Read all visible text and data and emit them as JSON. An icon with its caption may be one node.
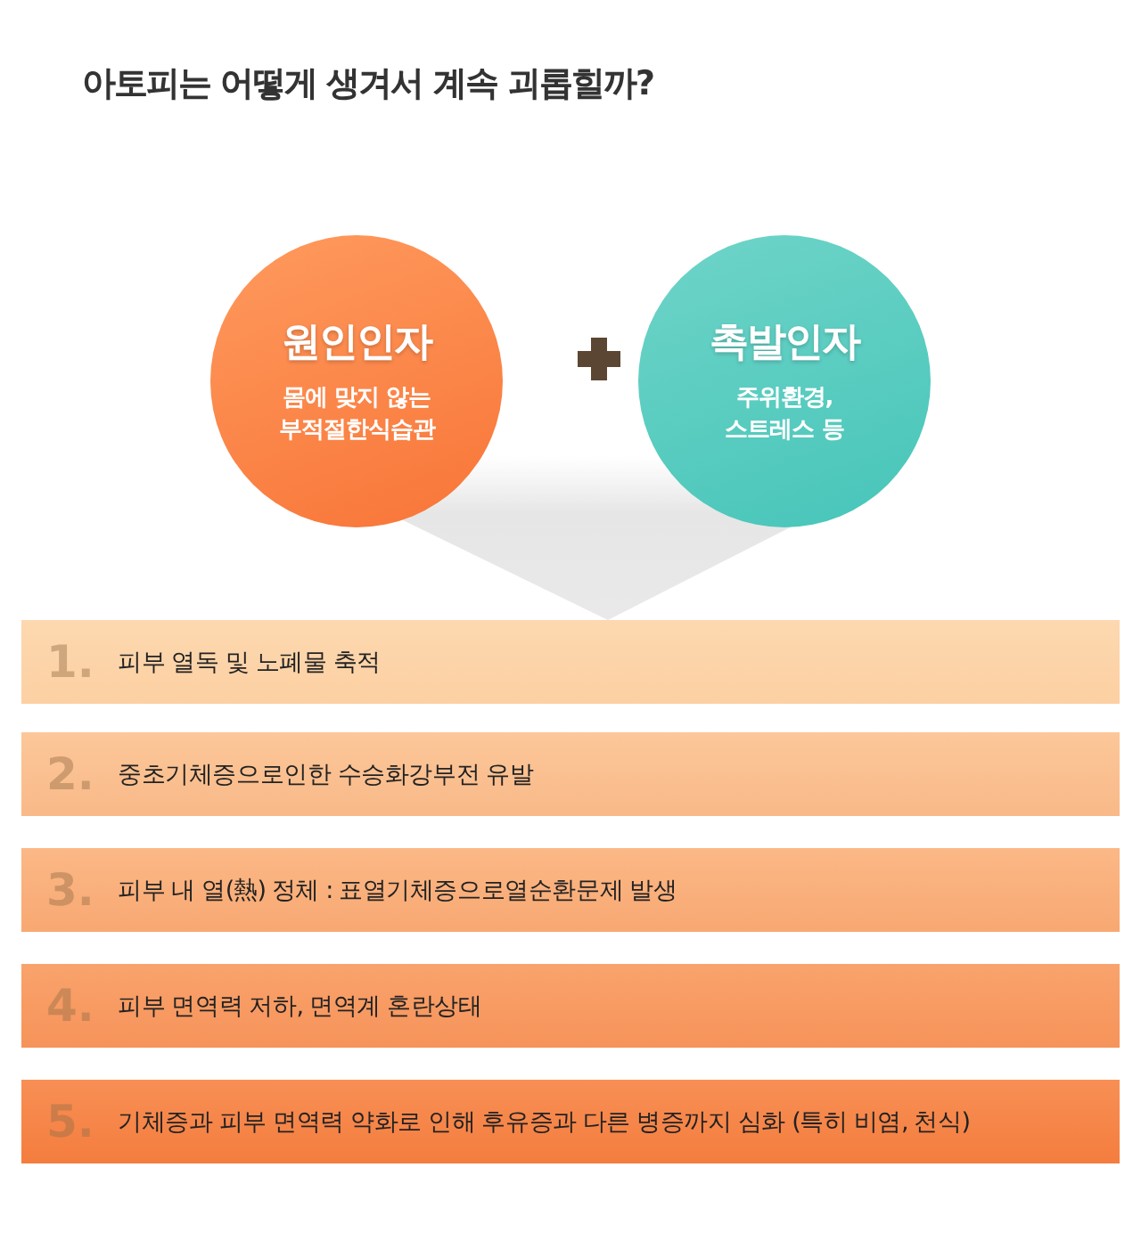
{
  "diagram": {
    "title": "아토피는 어떻게 생겨서 계속 괴롭힐까?",
    "nodes": [
      {
        "text": [
          "원인인자",
          "몸에 맞지 않는 부적절한식습관"
        ]
      },
      {
        "text": [
          "촉발인자",
          "주위환경, 스트레스 등"
        ]
      },
      {
        "text": [
          "1.",
          "피부 열독 및 노폐물 축적"
        ]
      },
      {
        "text": [
          "2.",
          "중초기체증으로인한 수승화강부전 유발"
        ]
      },
      {
        "text": [
          "3.",
          "피부 내 열(熱) 정체 : 표열기체증으로열순환문제 발생"
        ]
      },
      {
        "text": [
          "4.",
          "피부 면역력 저하, 면역계 혼란상태"
        ]
      },
      {
        "text": [
          "5.",
          "기체증과 피부 면역력 약화로 인해 후유증과 다른 병증까지 심화 (특히 비염, 천식)"
        ]
      }
    ],
    "edges": [
      {
        "from": 0,
        "to": 2,
        "arrow": "to"
      },
      {
        "from": 1,
        "to": 2,
        "arrow": "to"
      }
    ]
  }
}
